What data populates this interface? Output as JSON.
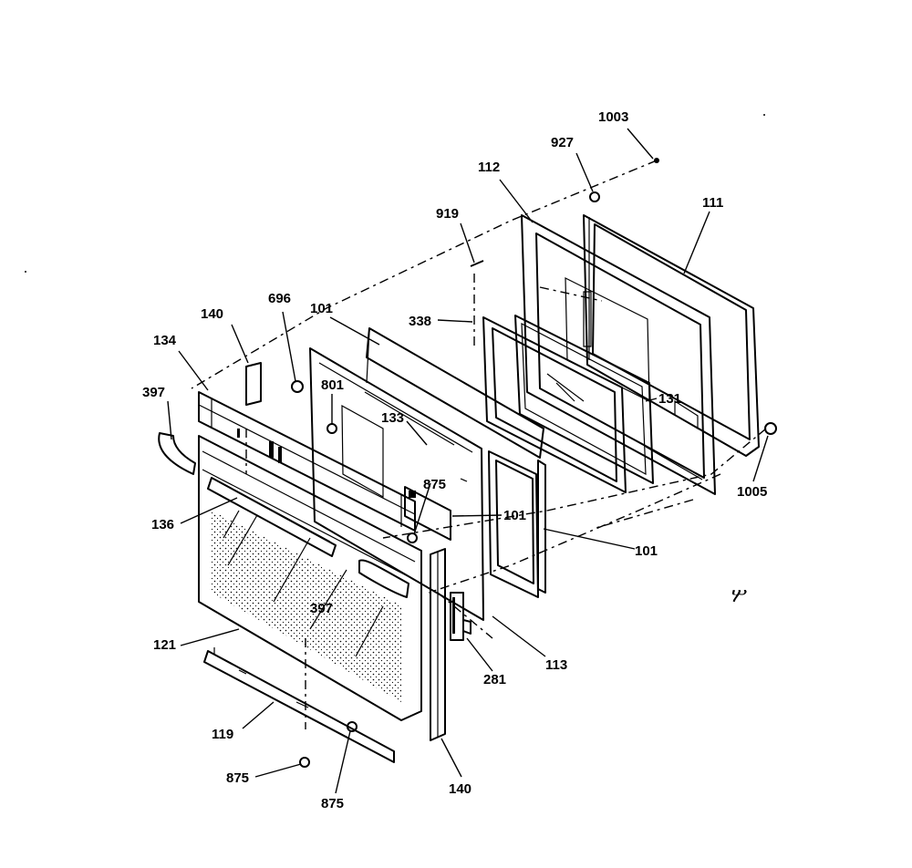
{
  "labels": {
    "l1003": "1003",
    "l927": "927",
    "l112": "112",
    "l111": "111",
    "l919": "919",
    "l338": "338",
    "l696": "696",
    "l101a": "101",
    "l140a": "140",
    "l134": "134",
    "l397a": "397",
    "l801": "801",
    "l133": "133",
    "l131": "131",
    "l1005": "1005",
    "l875a": "875",
    "l101b": "101",
    "l101c": "101",
    "l136": "136",
    "l397b": "397",
    "l121": "121",
    "l281": "281",
    "l113": "113",
    "l119": "119",
    "l875b": "875",
    "l875c": "875",
    "l140b": "140"
  },
  "mark": "ሦ"
}
